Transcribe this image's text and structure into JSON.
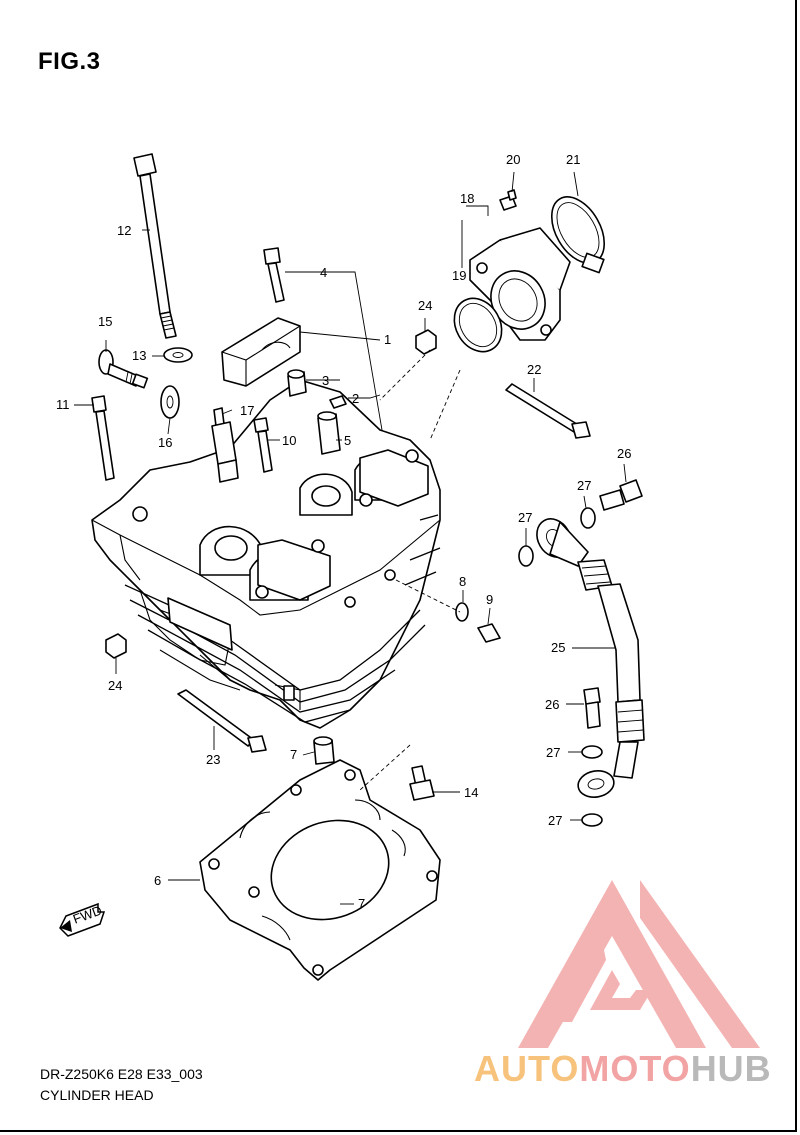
{
  "figure": {
    "title": "FIG.3"
  },
  "footer": {
    "model_code": "DR-Z250K6 E28 E33_003",
    "part_name": "CYLINDER HEAD"
  },
  "watermark": {
    "part1": "AUTO",
    "part2": "MOTO",
    "part3": "HUB",
    "color_auto": "#f6c27c",
    "color_moto": "#f2a3a3",
    "color_hub": "#b9b9b9",
    "logo_color": "#f08080"
  },
  "direction_badge": "FWD",
  "callouts": {
    "c1": "1",
    "c2": "2",
    "c3": "3",
    "c4": "4",
    "c5": "5",
    "c6": "6",
    "c7a": "7",
    "c7b": "7",
    "c8": "8",
    "c9": "9",
    "c10": "10",
    "c11": "11",
    "c12": "12",
    "c13": "13",
    "c14": "14",
    "c15": "15",
    "c16": "16",
    "c17": "17",
    "c18": "18",
    "c19": "19",
    "c20": "20",
    "c21": "21",
    "c22": "22",
    "c23": "23",
    "c24a": "24",
    "c24b": "24",
    "c25": "25",
    "c26a": "26",
    "c26b": "26",
    "c27a": "27",
    "c27b": "27",
    "c27c": "27",
    "c27d": "27"
  }
}
